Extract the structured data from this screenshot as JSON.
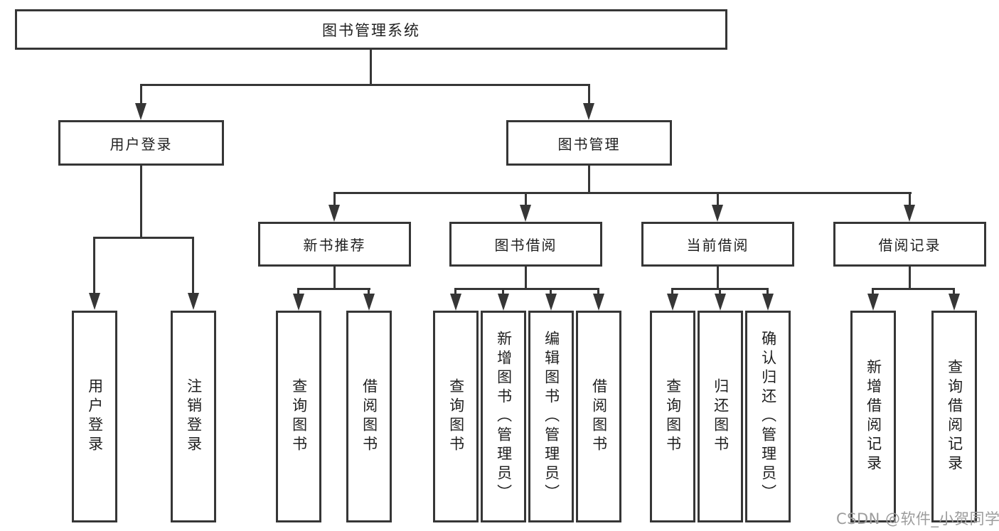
{
  "diagram": {
    "type": "hierarchy-chart",
    "root": {
      "label": "图书管理系统",
      "children": [
        {
          "label": "用户登录",
          "children": [
            {
              "label": "用户登录"
            },
            {
              "label": "注销登录"
            }
          ]
        },
        {
          "label": "图书管理",
          "children": [
            {
              "label": "新书推荐",
              "children": [
                {
                  "label": "查询图书"
                },
                {
                  "label": "借阅图书"
                }
              ]
            },
            {
              "label": "图书借阅",
              "children": [
                {
                  "label": "查询图书"
                },
                {
                  "label": "新增图书（管理员）"
                },
                {
                  "label": "编辑图书（管理员）"
                },
                {
                  "label": "借阅图书"
                }
              ]
            },
            {
              "label": "当前借阅",
              "children": [
                {
                  "label": "查询图书"
                },
                {
                  "label": "归还图书"
                },
                {
                  "label": "确认归还（管理员）"
                }
              ]
            },
            {
              "label": "借阅记录",
              "children": [
                {
                  "label": "新增借阅记录"
                },
                {
                  "label": "查询借阅记录"
                }
              ]
            }
          ]
        }
      ]
    }
  },
  "watermark": {
    "text": "CSDN @软件_小贺同学"
  },
  "colors": {
    "line": "#363636",
    "box_border": "#363636",
    "text": "#1f1f1f",
    "background": "#ffffff",
    "watermark": "#9c9c9c"
  }
}
